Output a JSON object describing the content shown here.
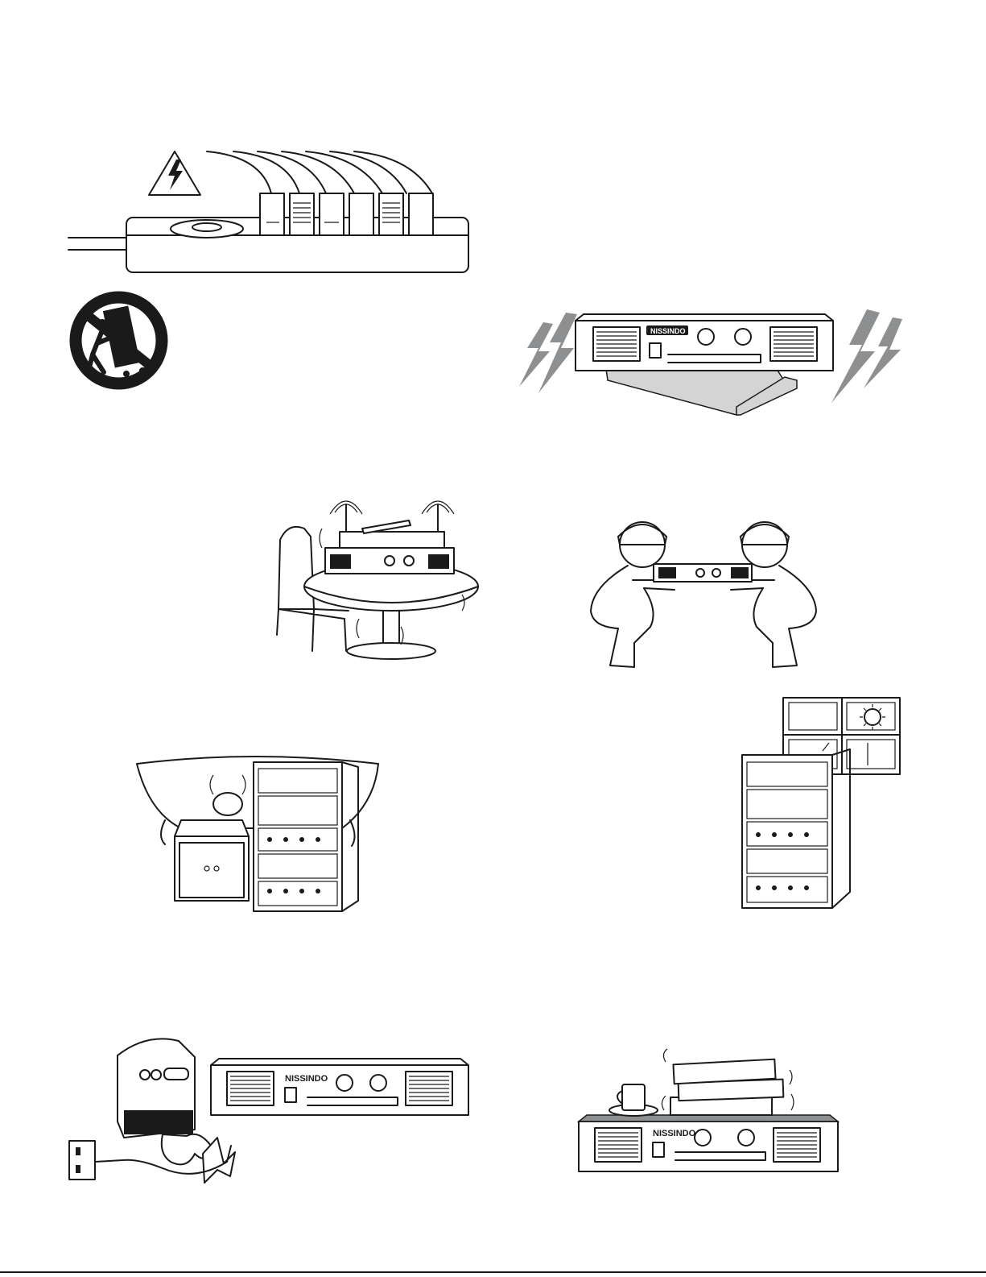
{
  "brand": {
    "name": "NISSINDO"
  },
  "colors": {
    "ink": "#1a1a1a",
    "gray": "#8d8f91",
    "light_gray": "#d4d4d4",
    "paper": "#ffffff"
  },
  "illustrations": [
    {
      "id": "power-strip",
      "icon": "power-strip-warning-icon"
    },
    {
      "id": "no-cart",
      "icon": "no-cart-prohibition-icon"
    },
    {
      "id": "lightning",
      "icon": "amplifier-lightning-icon"
    },
    {
      "id": "unstable-table",
      "icon": "unstable-table-icon"
    },
    {
      "id": "two-person-lift",
      "icon": "two-person-lift-icon"
    },
    {
      "id": "water-moisture",
      "icon": "water-moisture-rack-icon"
    },
    {
      "id": "sunlight",
      "icon": "sunlight-rack-icon"
    },
    {
      "id": "heater",
      "icon": "heater-cord-icon"
    },
    {
      "id": "objects-on-top",
      "icon": "objects-on-amplifier-icon"
    }
  ]
}
